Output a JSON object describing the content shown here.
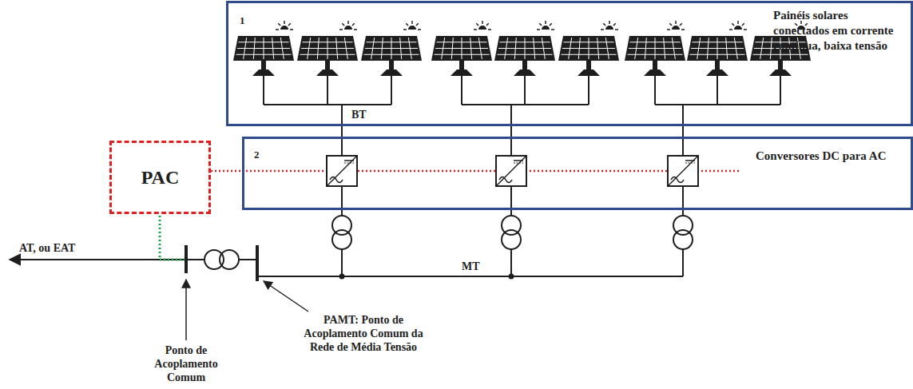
{
  "diagram": {
    "nodes": [
      {
        "text": [
          "1",
          "Painéis solares conectados em corrente contínua, baixa tensão"
        ]
      },
      {
        "text": [
          "2",
          "Conversores DC para AC"
        ]
      },
      {
        "text": [
          "PAC"
        ]
      }
    ],
    "edges": [
      {
        "from": 2,
        "to": 1,
        "arrow": "none"
      }
    ],
    "labels": [
      "BT",
      "MT",
      "AT, ou EAT",
      "Ponto de Acoplamento Comum",
      "PAMT: Ponto de Acoplamento Comum da Rede de Média Tensão"
    ]
  }
}
